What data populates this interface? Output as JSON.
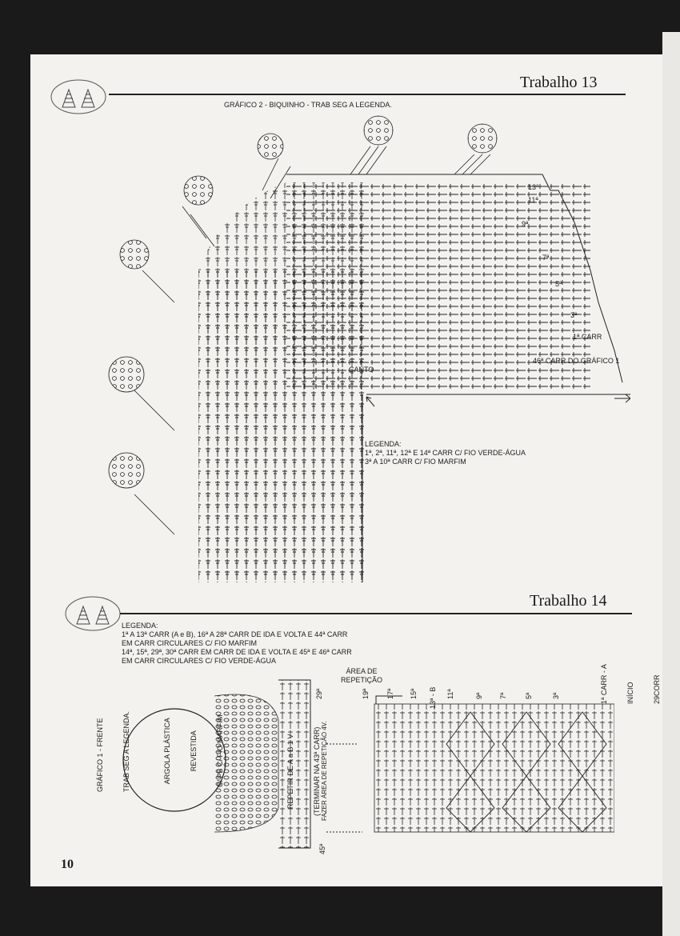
{
  "section13": {
    "title": "Trabalho 13",
    "chart_caption": "GRÁFICO 2 - BIQUINHO - TRAB SEG A LEGENDA.",
    "row_numbers": [
      "13ª",
      "11ª",
      "9ª",
      "7ª",
      "5ª",
      "3ª"
    ],
    "first_row": "1ª CARR",
    "base_label": "46ª CARR DO GRÁFICO 1",
    "corner_label": "CANTO",
    "legend_title": "LEGENDA:",
    "legend_lines": [
      "1ª, 2ª, 11ª, 12ª E 14ª CARR C/ FIO VERDE-ÁGUA",
      "3ª A 10ª CARR C/ FIO MARFIM"
    ]
  },
  "section14": {
    "title": "Trabalho 14",
    "legend_title": "LEGENDA:",
    "legend_lines": [
      "1ª A 13ª CARR (A e B), 16ª A 28ª CARR DE IDA E VOLTA E 44ª CARR",
      "EM CARR CIRCULARES C/ FIO MARFIM",
      "14ª, 15ª, 29ª, 30ª CARR EM CARR DE IDA E VOLTA E 45ª E 46ª CARR",
      "EM CARR CIRCULARES  C/ FIO VERDE-ÁGUA"
    ],
    "chart_title": [
      "GRÁFICO 1 - FRENTE",
      "TRAB SEG A LEGENDA."
    ],
    "ring_label": [
      "ARGOLA PLÁSTICA",
      "REVESTIDA",
      "C/ PB C/ FIO MARFIM"
    ],
    "repeat_note": [
      "REPETIR DE A a B 1 V",
      "(TERMINAR NA 43ª CARR)"
    ],
    "repeat_area_note": "FAZER ÁREA DE REPETIÇÃO 4V.",
    "repeat_area_label": [
      "ÁREA DE",
      "REPETIÇÃO"
    ],
    "row_labels": [
      "29ª",
      "19ª",
      "17ª",
      "15ª",
      "13ª - B",
      "11ª",
      "9ª",
      "7ª",
      "5ª",
      "3ª"
    ],
    "start_labels": [
      "1ª CARR - A",
      "INÍCIO",
      "29CORR"
    ],
    "bottom_row": "45ª"
  },
  "page_number": "10"
}
